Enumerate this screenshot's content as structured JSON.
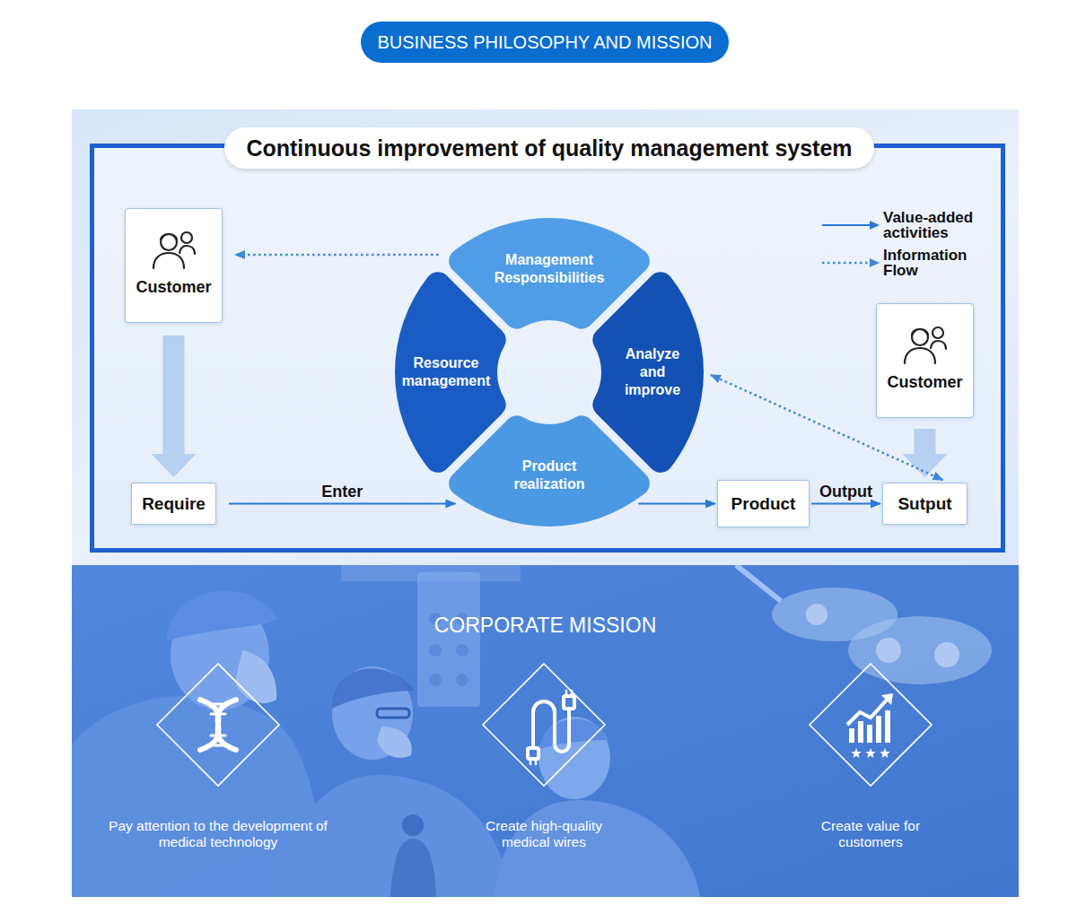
{
  "diagram": {
    "title": "BUSINESS PHILOSOPHY AND MISSION",
    "nodes": [
      {
        "text": [
          "Continuous improvement of quality management system"
        ]
      },
      {
        "text": [
          "Customer"
        ],
        "in": 0
      },
      {
        "text": [
          "Management Responsibilities"
        ],
        "in": 0
      },
      {
        "text": [
          "Resource management"
        ],
        "in": 0
      },
      {
        "text": [
          "Analyze and improve"
        ],
        "in": 0
      },
      {
        "text": [
          "Product realization"
        ],
        "in": 0
      },
      {
        "text": [
          "Customer"
        ],
        "in": 0
      },
      {
        "text": [
          "Require"
        ],
        "in": 0
      },
      {
        "text": [
          "Product"
        ],
        "in": 0
      },
      {
        "text": [
          "Sutput"
        ],
        "in": 0
      },
      {
        "text": [
          "CORPORATE MISSION"
        ]
      },
      {
        "text": [
          "Pay attention to the development of medical technology"
        ],
        "in": 10
      },
      {
        "text": [
          "Create high-quality medical wires"
        ],
        "in": 10
      },
      {
        "text": [
          "Create value for customers"
        ],
        "in": 10
      }
    ],
    "edges": [
      {
        "from": 1,
        "to": 7,
        "arrow": "to"
      },
      {
        "from": 7,
        "to": 5,
        "label": "Enter",
        "arrow": "to"
      },
      {
        "from": 5,
        "to": 8,
        "arrow": "to"
      },
      {
        "from": 8,
        "to": 9,
        "label": "Output",
        "arrow": "to"
      },
      {
        "from": 6,
        "to": 9,
        "arrow": "to"
      },
      {
        "from": 9,
        "to": 4,
        "arrow": "both"
      },
      {
        "from": 2,
        "to": 1,
        "arrow": "to"
      }
    ],
    "legend": [
      {
        "text": "Value-added activities"
      },
      {
        "text": "Information Flow"
      }
    ]
  }
}
